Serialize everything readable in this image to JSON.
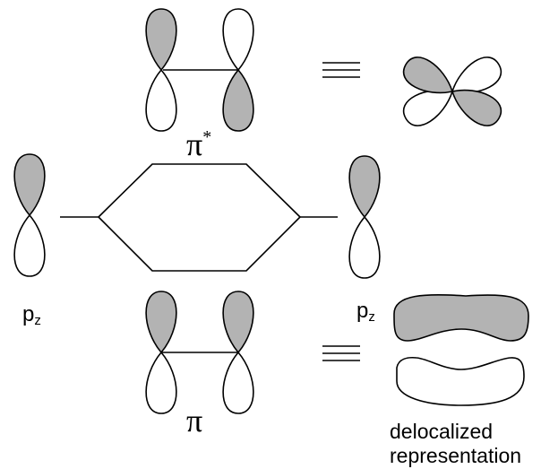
{
  "labels": {
    "pi_star": "π",
    "pi_star_sup": "*",
    "pi": "π",
    "pz_base": "p",
    "pz_sub": "z",
    "delocalized_line1": "delocalized",
    "delocalized_line2": "representation"
  },
  "colors": {
    "shaded_lobe": "#b3b3b3",
    "open_lobe": "#ffffff",
    "line": "#000000"
  }
}
